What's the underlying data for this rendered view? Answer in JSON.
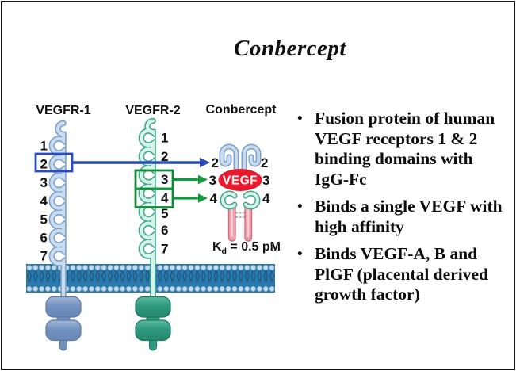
{
  "title": "Conbercept",
  "bullet_glyph": "•",
  "bullets": [
    {
      "text": "Fusion protein of human\nVEGF receptors 1 & 2\nbinding domains with\nIgG-Fc"
    },
    {
      "text": "Binds a single VEGF with\nhigh affinity"
    },
    {
      "text": "Binds VEGF-A, B and\nPlGF (placental derived\ngrowth factor)"
    }
  ],
  "diagram": {
    "vegfr1_label": "VEGFR-1",
    "vegfr2_label": "VEGFR-2",
    "conbercept_label": "Conbercept",
    "vegfr1_domains": [
      "1",
      "2",
      "3",
      "4",
      "5",
      "6",
      "7"
    ],
    "vegfr2_domains": [
      "1",
      "2",
      "3",
      "4",
      "5",
      "6",
      "7"
    ],
    "conbercept_left_domains": [
      "2",
      "3",
      "4"
    ],
    "conbercept_right_domains": [
      "2",
      "3",
      "4"
    ],
    "vegf_label": "VEGF",
    "kd_symbol": "K",
    "kd_subscript": "d",
    "kd_value": "= 0.5 pM",
    "colors": {
      "highlight_blue": "#2a4cc0",
      "highlight_green": "#129a3c",
      "vegf_red": "#e8182d",
      "vegfr1_chain": "#c9ddf1",
      "vegfr2_chain": "#d8f3e9",
      "membrane_blue": "#2b7aad",
      "fc_pink": "#f0a0ac"
    }
  }
}
